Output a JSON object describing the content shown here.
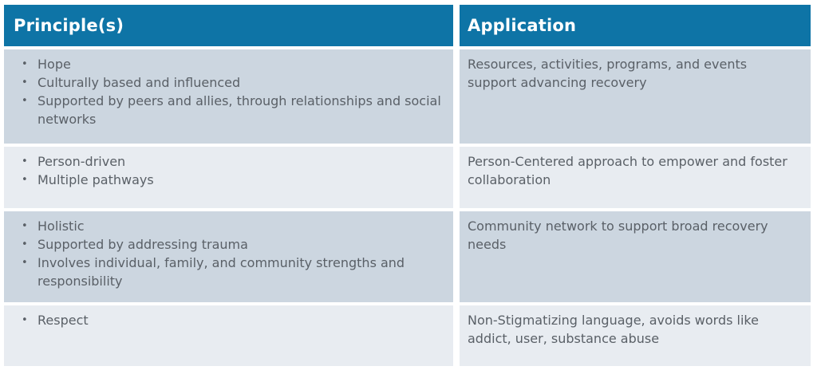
{
  "colors": {
    "header_bg": "#0e74a6",
    "header_text": "#ffffff",
    "row_dark_bg": "#ccd6e0",
    "row_light_bg": "#e8ecf1",
    "body_text": "#5a6067",
    "page_bg": "#ffffff"
  },
  "icons": {
    "bullet": "•"
  },
  "table": {
    "headers": [
      {
        "label": "Principle(s)"
      },
      {
        "label": "Application"
      }
    ],
    "rows": [
      {
        "principles": [
          "Hope",
          "Culturally based and influenced",
          "Supported by peers and allies, through relationships and social networks"
        ],
        "application": "Resources, activities, programs, and events support advancing recovery"
      },
      {
        "principles": [
          "Person-driven",
          "Multiple pathways"
        ],
        "application": "Person-Centered approach to empower and foster collaboration"
      },
      {
        "principles": [
          "Holistic",
          "Supported by addressing trauma",
          "Involves individual, family, and community strengths and responsibility"
        ],
        "application": "Community network to support broad recovery needs"
      },
      {
        "principles": [
          "Respect"
        ],
        "application": "Non-Stigmatizing language, avoids words like addict, user, substance abuse"
      }
    ]
  }
}
